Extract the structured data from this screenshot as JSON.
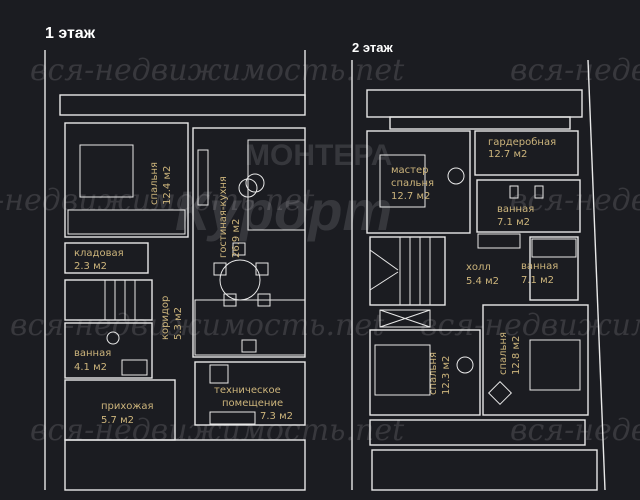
{
  "floors": [
    {
      "title": "1 этаж",
      "rooms": [
        {
          "name": "спальня",
          "area": "12.4 м2"
        },
        {
          "name": "гостиная-кухня",
          "area": "26.9 м2"
        },
        {
          "name": "кладовая",
          "area": "2.3 м2"
        },
        {
          "name": "коридор",
          "area": "5.3 м2"
        },
        {
          "name": "ванная",
          "area": "4.1 м2"
        },
        {
          "name": "прихожая",
          "area": "5.7 м2"
        },
        {
          "name_line1": "техническое",
          "name_line2": "помещение",
          "area": "7.3 м2"
        }
      ]
    },
    {
      "title": "2 этаж",
      "rooms": [
        {
          "name_line1": "мастер",
          "name_line2": "спальня",
          "area": "12.7 м2"
        },
        {
          "name": "гардеробная",
          "area": "12.7 м2"
        },
        {
          "name": "ванная",
          "area": "7.1 м2"
        },
        {
          "name": "холл",
          "area": "5.4 м2"
        },
        {
          "name": "ванная",
          "area": "7.1 м2"
        },
        {
          "name": "спальня",
          "area": "12.3 м2"
        },
        {
          "name": "спальня",
          "area": "12.8 м2"
        }
      ]
    }
  ],
  "watermark": "вся-недвижимость.net",
  "logo": {
    "line1": "МОНТЕРА",
    "line2": "Курорт"
  },
  "colors": {
    "background": "#1b1c21",
    "lines": "#e8e8e8",
    "labels": "#cdb57c"
  }
}
